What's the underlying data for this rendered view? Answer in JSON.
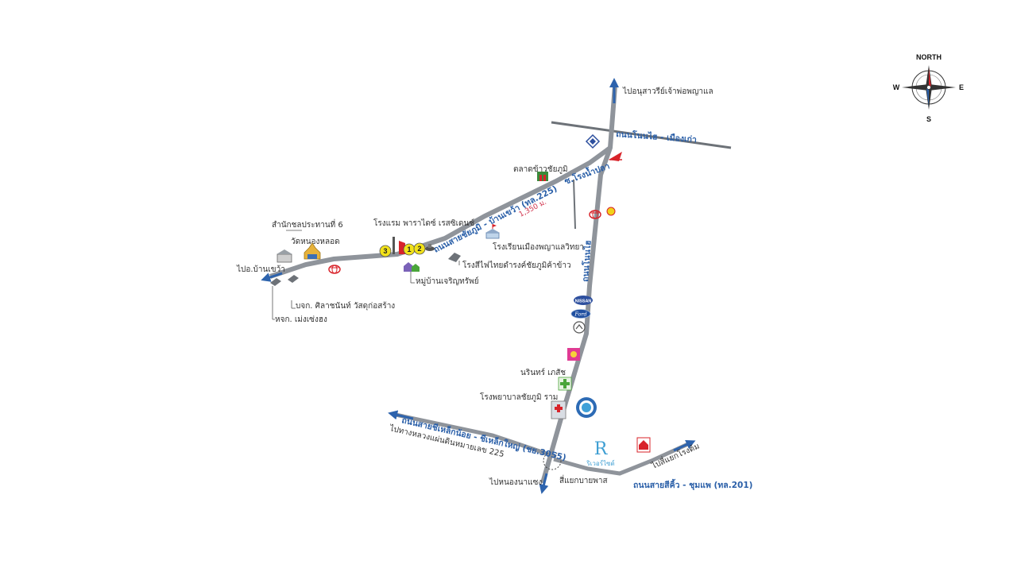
{
  "compass": {
    "north": "NORTH",
    "south": "S",
    "east": "E",
    "west": "W"
  },
  "labels": {
    "to_monument": "ไปอนุสาวรีย์เจ้าพ่อพญาแล",
    "rice_market": "ตลาดข้าวชัยภูมิ",
    "hotel": "โรงแรม พาราไดซ์ เรสซิเดนซ์",
    "irrigation": "สำนักชลประทานที่ 6",
    "wat": "วัดหนองหลอด",
    "to_ban_khwao": "ไปอ.บ้านเขว้า",
    "school": "โรงเรียนเมืองพญาแลวิทยา",
    "rice_mill": "โรงสีไฟไทยดำรงค์ชัยภูมิค้าข้าว",
    "village": "หมู่บ้านเจริญทรัพย์",
    "silachanan": "บจก. ศิลาชนันท์ วัสดุก่อสร้าง",
    "mengseng": "หจก. เม่งเซ่งฮง",
    "pharmacy": "นรินทร์ เภสัช",
    "hospital": "โรงพยาบาลชัยภูมิ ราม",
    "to_nong_na_saeng": "ไปหนองนาแซง",
    "bypass_junction": "สี่แยกบายพาส",
    "to_chumphon_junction": "ไปสี่แยกโรงต้ม",
    "to_highway_225": "ไปทางหลวงแผ่นดินหมายเลข 225",
    "riverside": "ริเวอร์ไซด์"
  },
  "roads": {
    "nonthai": "ถนนโนนไฮ - เมืองเก่า",
    "chaiyaphum_bankhwao": "ถนนสายชัยภูมิ - บ้านเขว้า (ทล.225)",
    "nonthai_vertical": "ถนนโนนไฮ",
    "rong_nam_pla": "ซ.โรงน้ำปลา",
    "sikhiu_chumphae": "ถนนสายสีคิ้ว - ชุมแพ (ทล.201)",
    "chilek": "ถนนสายชีเหล็กน้อย - ชีเหล็กใหญ่ (ชย.3055)"
  },
  "distance": "1,350 ม.",
  "markers": {
    "one": "1",
    "two": "2",
    "three": "3"
  },
  "logos": {
    "nissan": "NISSAN",
    "ford": "Ford",
    "riverside_letter": "R"
  },
  "colors": {
    "road": "#8f949b",
    "road_edge": "#6d7278",
    "arrow": "#2d63ad",
    "road_label": "#2a5fa8",
    "marker_yellow": "#f2e21a",
    "hotel_red": "#d8232a",
    "pharmacy_green": "#4aa53a",
    "toyota_red": "#d8232a"
  }
}
